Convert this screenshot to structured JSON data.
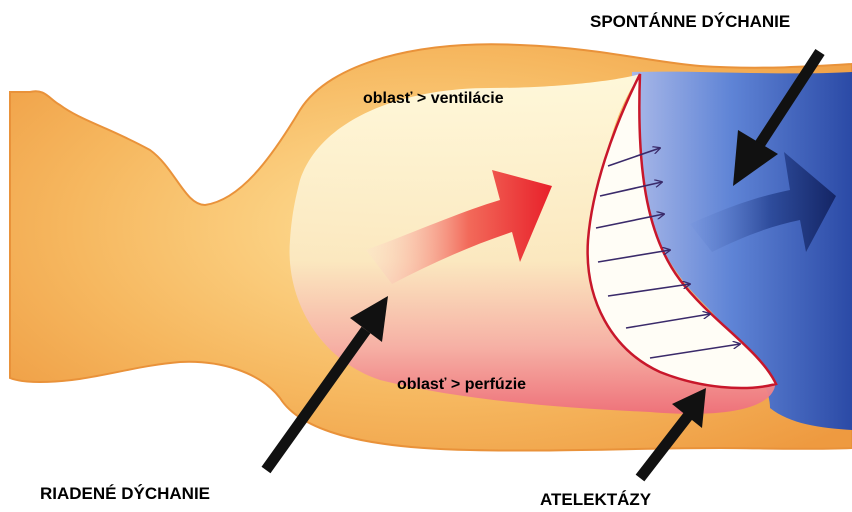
{
  "labels": {
    "spontaneous": "SPONTÁNNE DÝCHANIE",
    "controlled": "RIADENÉ DÝCHANIE",
    "atelectasis": "ATELEKTÁZY",
    "ventilation_region": "oblasť > ventilácie",
    "perfusion_region": "oblasť > perfúzie"
  },
  "colors": {
    "body": "#f2a24a",
    "body_light": "#ffd586",
    "lung_light": "#fdf7cf",
    "perfusion": "#f07a84",
    "ventilation_arrow": "#e8202a",
    "spontaneous_area": "#5a7fd0",
    "spontaneous_arrow": "#1b2f7a",
    "atelectasis_outline": "#c8172b",
    "pointer": "#111111"
  }
}
